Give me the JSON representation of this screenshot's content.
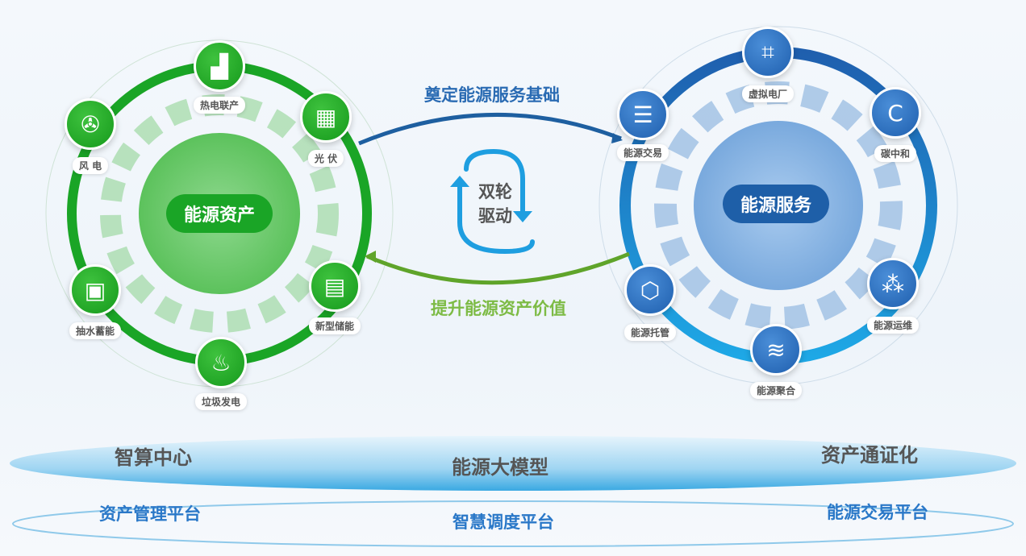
{
  "left_wheel": {
    "title": "能源资产",
    "nodes": [
      {
        "label": "热电联产",
        "icon": "factory-icon"
      },
      {
        "label": "光 伏",
        "icon": "solar-panel-icon"
      },
      {
        "label": "风 电",
        "icon": "wind-turbine-icon"
      },
      {
        "label": "抽水蓄能",
        "icon": "battery-icon"
      },
      {
        "label": "新型储能",
        "icon": "energy-storage-icon"
      },
      {
        "label": "垃圾发电",
        "icon": "power-plant-icon"
      }
    ]
  },
  "right_wheel": {
    "title": "能源服务",
    "nodes": [
      {
        "label": "虚拟电厂",
        "icon": "chip-icon"
      },
      {
        "label": "能源交易",
        "icon": "coins-icon"
      },
      {
        "label": "碳中和",
        "icon": "carbon-icon"
      },
      {
        "label": "能源托管",
        "icon": "hexagon-icon"
      },
      {
        "label": "能源运维",
        "icon": "molecule-icon"
      },
      {
        "label": "能源聚合",
        "icon": "layers-icon"
      }
    ]
  },
  "center": {
    "top": "奠定能源服务基础",
    "line1": "双轮",
    "line2": "驱动",
    "bottom": "提升能源资产价值"
  },
  "base": {
    "top": [
      "智算中心",
      "能源大模型",
      "资产通证化"
    ],
    "bottom": [
      "资产管理平台",
      "智慧调度平台",
      "能源交易平台"
    ]
  },
  "colors": {
    "green": "#1aa526",
    "blue": "#1e6bb8",
    "sky": "#1ea0e0"
  }
}
